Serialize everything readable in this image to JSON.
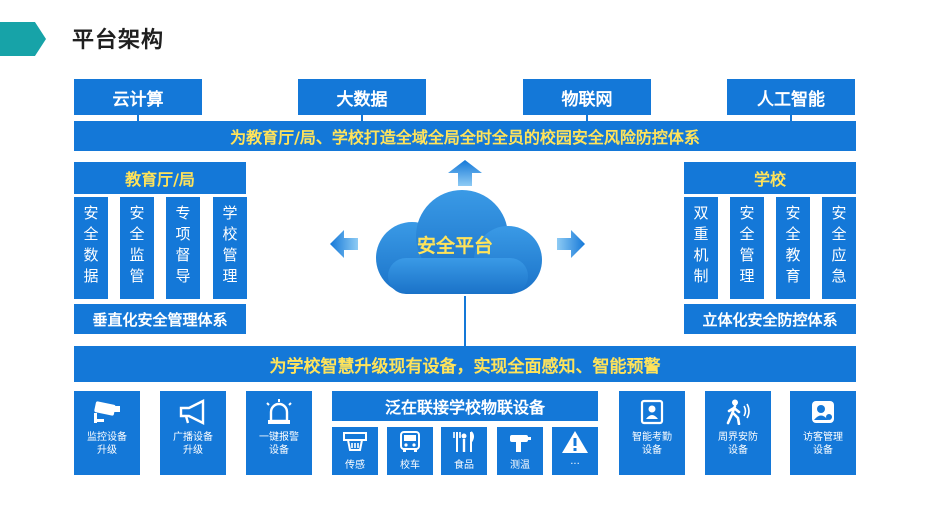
{
  "header": {
    "title": "平台架构"
  },
  "tech": [
    "云计算",
    "大数据",
    "物联网",
    "人工智能"
  ],
  "banner_top": "为教育厅/局、学校打造全域全局全时全员的校园安全风险防控体系",
  "left_panel": {
    "title": "教育厅/局",
    "columns": [
      "安全数据",
      "安全监管",
      "专项督导",
      "学校管理"
    ],
    "footer": "垂直化安全管理体系"
  },
  "right_panel": {
    "title": "学校",
    "columns": [
      "双重机制",
      "安全管理",
      "安全教育",
      "安全应急"
    ],
    "footer": "立体化安全防控体系"
  },
  "center": {
    "label": "安全平台"
  },
  "banner_mid": "为学校智慧升级现有设备，实现全面感知、智能预警",
  "devices_left": [
    "监控设备\n升级",
    "广播设备\n升级",
    "一键报警\n设备"
  ],
  "iot": {
    "title": "泛在联接学校物联设备",
    "items": [
      "传感",
      "校车",
      "食品",
      "测温",
      "..."
    ]
  },
  "devices_right": [
    "智能考勤\n设备",
    "周界安防\n设备",
    "访客管理\n设备"
  ],
  "colors": {
    "primary": "#1478d8",
    "highlight": "#ffe35a",
    "accent": "#17a3a8",
    "cloud": "#2f8fdf"
  },
  "icons": {
    "devices_left": [
      "camera-icon",
      "megaphone-icon",
      "alarm-light-icon"
    ],
    "iot": [
      "sensor-icon",
      "bus-icon",
      "food-icon",
      "thermometer-icon",
      "warning-icon"
    ],
    "devices_right": [
      "attendance-icon",
      "walking-person-icon",
      "visitor-icon"
    ]
  }
}
